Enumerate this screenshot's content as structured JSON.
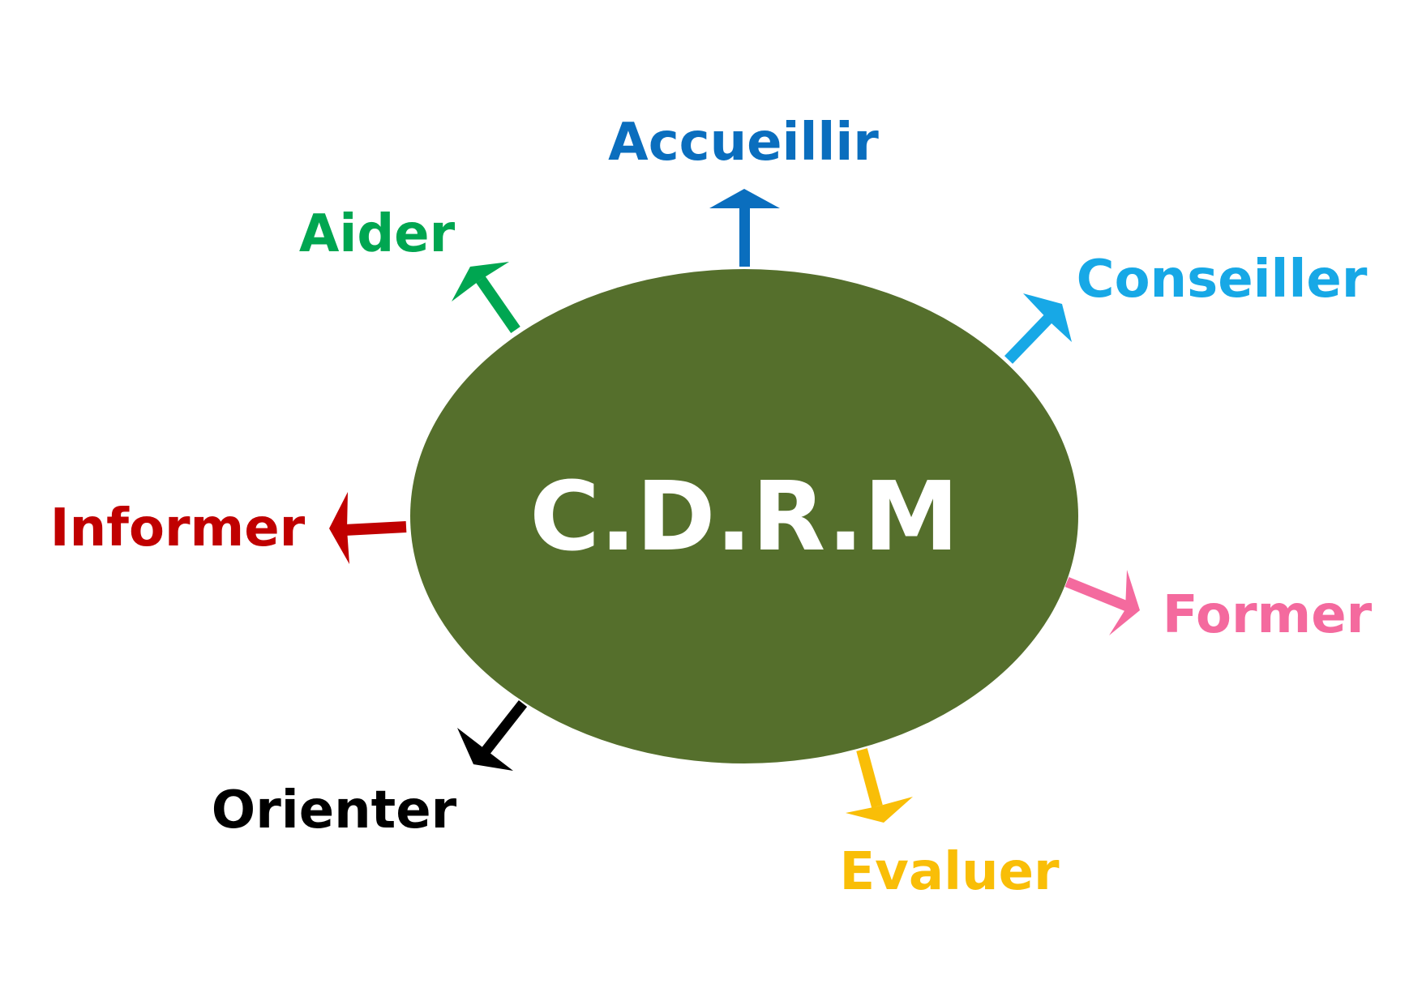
{
  "center": {
    "label": "C.D.R.M",
    "fill": "#556F2C",
    "text_color": "#FFFFFF"
  },
  "actions": [
    {
      "id": "accueillir",
      "label": "Accueillir",
      "color": "#0A6EBE"
    },
    {
      "id": "conseiller",
      "label": "Conseiller",
      "color": "#17A8E6"
    },
    {
      "id": "former",
      "label": "Former",
      "color": "#F46A9E"
    },
    {
      "id": "evaluer",
      "label": "Evaluer",
      "color": "#F9BE07"
    },
    {
      "id": "orienter",
      "label": "Orienter",
      "color": "#000000"
    },
    {
      "id": "informer",
      "label": "Informer",
      "color": "#C00000"
    },
    {
      "id": "aider",
      "label": "Aider",
      "color": "#00A651"
    }
  ]
}
